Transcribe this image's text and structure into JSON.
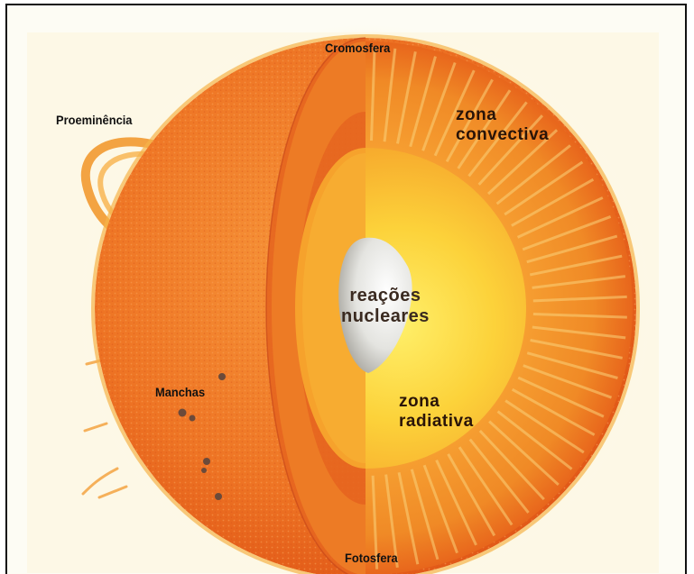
{
  "labels": {
    "chromosphere": "Cromosfera",
    "prominence": "Proeminência",
    "convective_zone": [
      "zona",
      "convectiva"
    ],
    "core": [
      "reações",
      "nucleares"
    ],
    "sunspots": "Manchas",
    "radiative_zone": [
      "zona",
      "radiativa"
    ],
    "photosphere": "Fotosfera"
  },
  "colors": {
    "background": "#fdfcf4",
    "frame": "#111111",
    "surface": "#e8621e",
    "convective_zone": "#ef7e22",
    "radiative_zone": "#f9c02a",
    "core": "#dcdcd8",
    "prominence": "#f3a342",
    "sunspot": "#6b4a3a"
  }
}
